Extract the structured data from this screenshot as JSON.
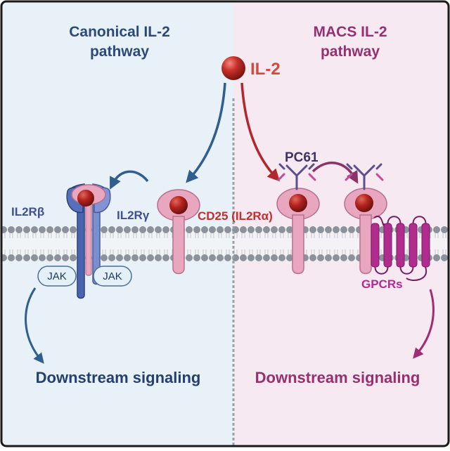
{
  "left_panel": {
    "title_line1": "Canonical IL-2",
    "title_line2": "pathway",
    "receptor_beta": "IL2Rβ",
    "receptor_gamma": "IL2Rγ",
    "jak_left": "JAK",
    "jak_right": "JAK",
    "cd25_label": "CD25 (IL2Rα)",
    "downstream": "Downstream signaling"
  },
  "right_panel": {
    "title_line1": "MACS IL-2",
    "title_line2": "pathway",
    "antibody_label": "PC61",
    "gpcr_label": "GPCRs",
    "downstream": "Downstream signaling"
  },
  "ligand_label": "IL-2",
  "colors": {
    "left_bg": "#e8f0f8",
    "right_bg": "#f6e9f2",
    "left_accent": "#2a4a78",
    "right_accent": "#96306e",
    "il2_red": "#c0302c",
    "receptor_pink": "#e8a7bf",
    "receptor_blue": "#4b64b0",
    "gpcr_magenta": "#b02c8e",
    "membrane_grey": "#8c929c"
  }
}
